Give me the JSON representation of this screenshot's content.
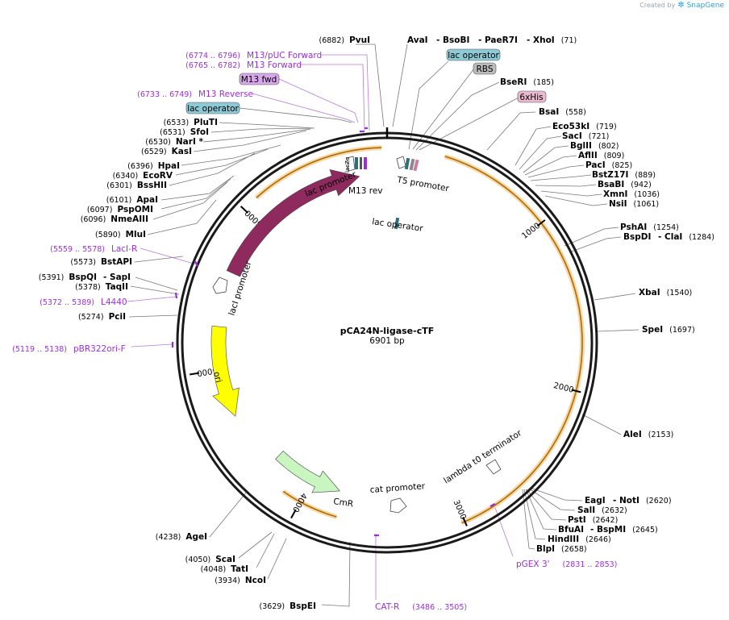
{
  "brand": {
    "created_by": "Created by",
    "product": "SnapGene",
    "logo_icon": "snapgene-logo-icon"
  },
  "plasmid": {
    "name": "pCA24N-ligase-cTF",
    "length_label": "6901 bp",
    "length": 6901
  },
  "colors": {
    "backbone": "#1a1a1a",
    "feature_highlight": "#f5d9a8",
    "feature_arrow": "#b06a00",
    "lacI": "#8f2a5e",
    "ori": "#ffff00",
    "cmr": "#c8f5c0",
    "lac_operator_tag": "#8ecad6",
    "rbs_tag": "#bbbbbb",
    "his_tag": "#e8b9cf",
    "m13fwd_tag": "#d7a8ea",
    "primer": "#9b30d9"
  },
  "ruler_ticks": [
    "1000",
    "2000",
    "3000",
    "4000",
    "5000",
    "6000"
  ],
  "sites": [
    {
      "name": "PvuI",
      "pos": "(6882)"
    },
    {
      "name": "AvaI",
      "pos": ""
    },
    {
      "name": "- BsoBI",
      "pos": ""
    },
    {
      "name": "- PaeR7I",
      "pos": ""
    },
    {
      "name": "- XhoI",
      "pos": "(71)"
    },
    {
      "name": "BseRI",
      "pos": "(185)"
    },
    {
      "name": "BsaI",
      "pos": "(558)"
    },
    {
      "name": "Eco53kI",
      "pos": "(719)"
    },
    {
      "name": "SacI",
      "pos": "(721)"
    },
    {
      "name": "BglII",
      "pos": "(802)"
    },
    {
      "name": "AflII",
      "pos": "(809)"
    },
    {
      "name": "PacI",
      "pos": "(825)"
    },
    {
      "name": "BstZ17I",
      "pos": "(889)"
    },
    {
      "name": "BsaBI",
      "pos": "(942)"
    },
    {
      "name": "XmnI",
      "pos": "(1036)"
    },
    {
      "name": "NsiI",
      "pos": "(1061)"
    },
    {
      "name": "PshAI",
      "pos": "(1254)"
    },
    {
      "name": "BspDI",
      "pos": ""
    },
    {
      "name": "- ClaI",
      "pos": "(1284)"
    },
    {
      "name": "XbaI",
      "pos": "(1540)"
    },
    {
      "name": "SpeI",
      "pos": "(1697)"
    },
    {
      "name": "AleI",
      "pos": "(2153)"
    },
    {
      "name": "EagI",
      "pos": ""
    },
    {
      "name": "- NotI",
      "pos": "(2620)"
    },
    {
      "name": "SalI",
      "pos": "(2632)"
    },
    {
      "name": "PstI",
      "pos": "(2642)"
    },
    {
      "name": "BfuAI",
      "pos": ""
    },
    {
      "name": "- BspMI",
      "pos": "(2645)"
    },
    {
      "name": "HindIII",
      "pos": "(2646)"
    },
    {
      "name": "BlpI",
      "pos": "(2658)"
    },
    {
      "name": "BspEI",
      "pos": "(3629)"
    },
    {
      "name": "NcoI",
      "pos": "(3934)"
    },
    {
      "name": "TatI",
      "pos": "(4048)"
    },
    {
      "name": "ScaI",
      "pos": "(4050)"
    },
    {
      "name": "AgeI",
      "pos": "(4238)"
    },
    {
      "name": "PciI",
      "pos": "(5274)"
    },
    {
      "name": "TaqII",
      "pos": "(5378)"
    },
    {
      "name": "BspQI",
      "pos": "(5391)"
    },
    {
      "name": "- SapI",
      "pos": ""
    },
    {
      "name": "BstAPI",
      "pos": "(5573)"
    },
    {
      "name": "MluI",
      "pos": "(5890)"
    },
    {
      "name": "NmeAIII",
      "pos": "(6096)"
    },
    {
      "name": "PspOMI",
      "pos": "(6097)"
    },
    {
      "name": "ApaI",
      "pos": "(6101)"
    },
    {
      "name": "BssHII",
      "pos": "(6301)"
    },
    {
      "name": "EcoRV",
      "pos": "(6340)"
    },
    {
      "name": "HpaI",
      "pos": "(6396)"
    },
    {
      "name": "KasI",
      "pos": "(6529)"
    },
    {
      "name": "NarI *",
      "pos": "(6530)"
    },
    {
      "name": "SfoI",
      "pos": "(6531)"
    },
    {
      "name": "PluTI",
      "pos": "(6533)"
    }
  ],
  "primers": [
    {
      "name": "M13/pUC Forward",
      "pos": "(6774 .. 6796)"
    },
    {
      "name": "M13 Forward",
      "pos": "(6765 .. 6782)"
    },
    {
      "name": "M13 Reverse",
      "pos": "(6733 .. 6749)"
    },
    {
      "name": "LacI-R",
      "pos": "(5559 .. 5578)"
    },
    {
      "name": "L4440",
      "pos": "(5372 .. 5389)"
    },
    {
      "name": "pBR322ori-F",
      "pos": "(5119 .. 5138)"
    },
    {
      "name": "pGEX 3'",
      "pos": "(2831 .. 2853)"
    },
    {
      "name": "CAT-R",
      "pos": "(3486 .. 3505)"
    }
  ],
  "tags": [
    {
      "name": "lac operator"
    },
    {
      "name": "RBS"
    },
    {
      "name": "6xHis"
    },
    {
      "name": "M13 fwd"
    },
    {
      "name": "lac operator"
    }
  ],
  "features": [
    {
      "name": "lacI"
    },
    {
      "name": "lacI promoter"
    },
    {
      "name": "ori"
    },
    {
      "name": "CmR"
    },
    {
      "name": "cat promoter"
    },
    {
      "name": "lambda t0 terminator"
    },
    {
      "name": "lac promoter"
    },
    {
      "name": "M13 rev"
    },
    {
      "name": "T5 promoter"
    },
    {
      "name": "lac operator"
    },
    {
      "name": "lacZα"
    }
  ]
}
